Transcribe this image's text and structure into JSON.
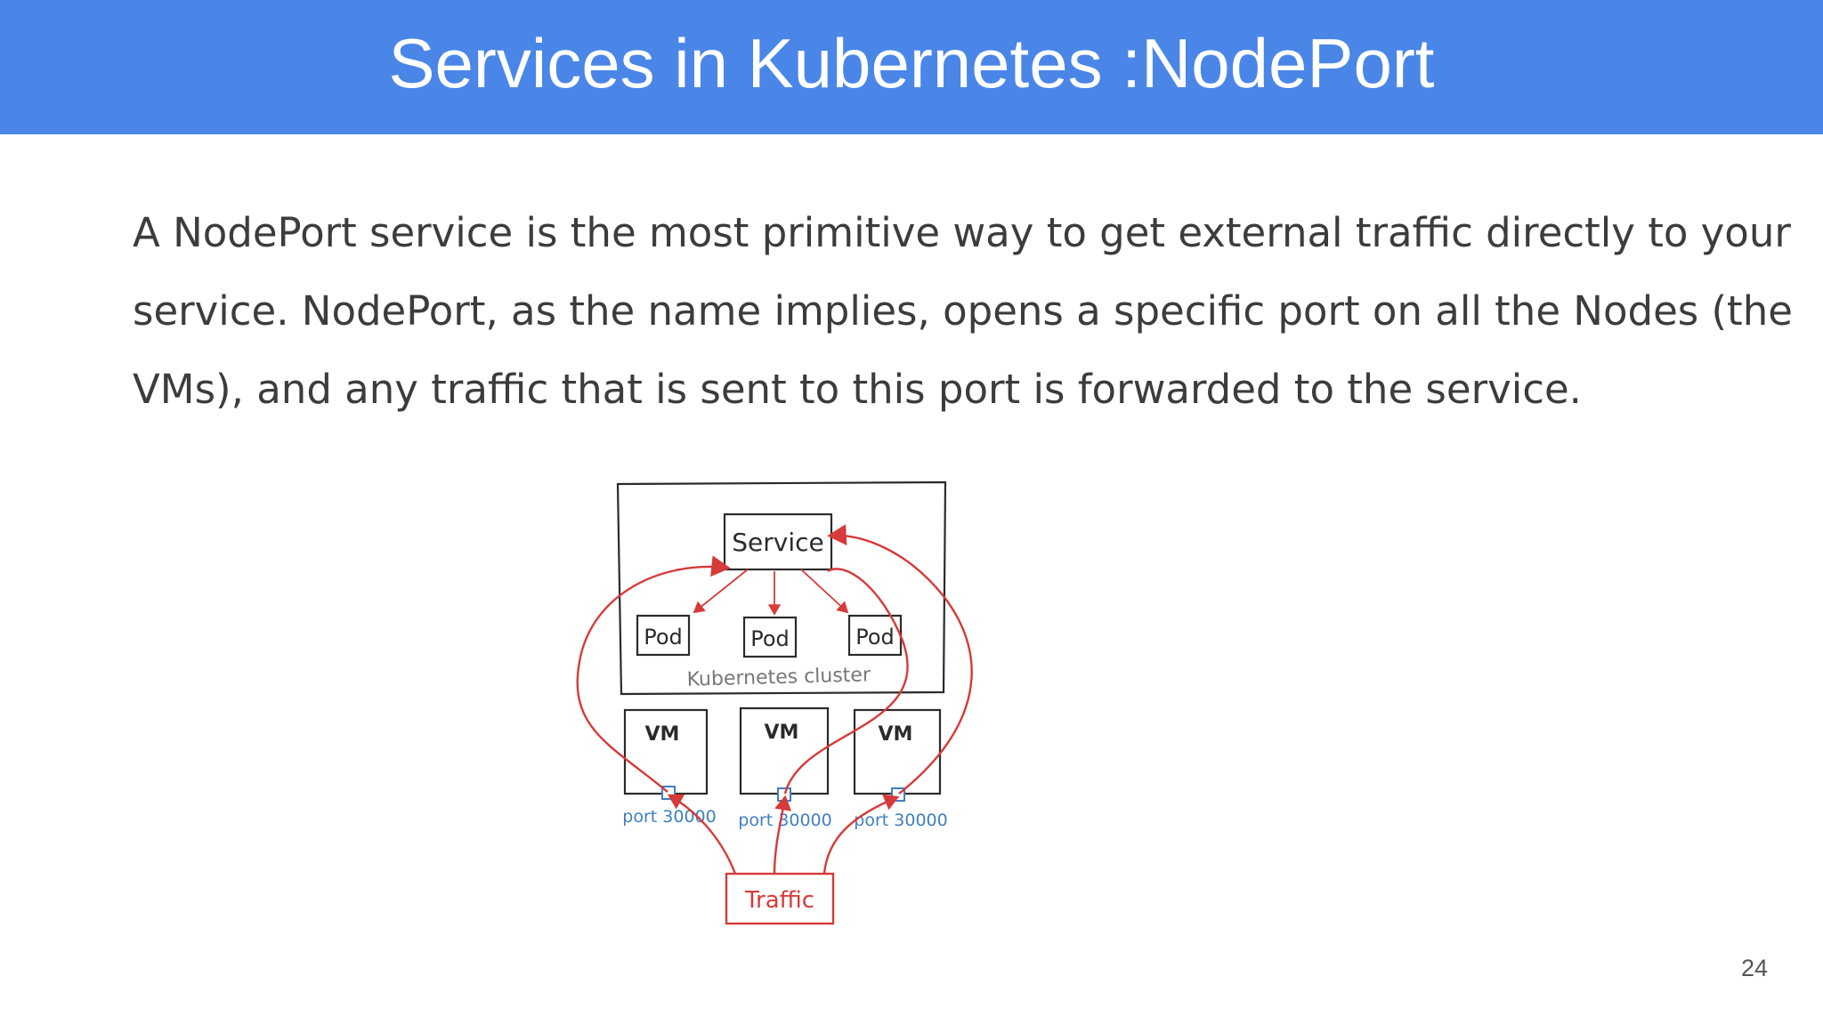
{
  "slide": {
    "title": "Services in Kubernetes :NodePort",
    "body_lines": [
      "A NodePort service is the most primitive way to get external traffic directly to your",
      "service. NodePort, as the name implies, opens a specific port on all the Nodes (the",
      "VMs), and any traffic that is sent to this port is forwarded to the service."
    ],
    "page_number": "24"
  },
  "diagram": {
    "service_label": "Service",
    "pods": [
      "Pod",
      "Pod",
      "Pod"
    ],
    "cluster_label": "Kubernetes cluster",
    "vms": [
      "VM",
      "VM",
      "VM"
    ],
    "ports": [
      "port 30000",
      "port 30000",
      "port 30000"
    ],
    "traffic_label": "Traffic",
    "colors": {
      "ink": "#2b2b2b",
      "red": "#d63a3a",
      "blue": "#3f7fc0",
      "title_bar": "#4a86e8"
    }
  }
}
